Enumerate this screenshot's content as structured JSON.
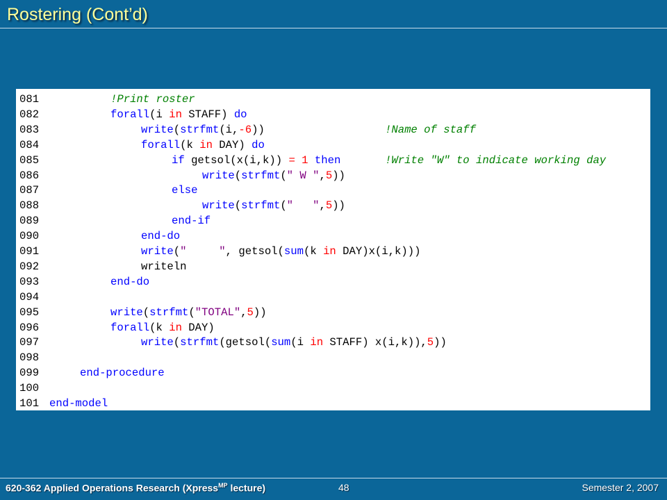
{
  "slide": {
    "title": "Rostering (Cont’d)"
  },
  "code": {
    "lines": [
      {
        "num": "081",
        "indent": 2,
        "tokens": [
          {
            "t": "!Print roster",
            "c": "cmt-inline"
          }
        ],
        "comment": ""
      },
      {
        "num": "082",
        "indent": 2,
        "tokens": [
          {
            "t": "forall",
            "c": "kw"
          },
          {
            "t": "(i "
          },
          {
            "t": "in",
            "c": "op"
          },
          {
            "t": " STAFF) "
          },
          {
            "t": "do",
            "c": "kw"
          }
        ],
        "comment": ""
      },
      {
        "num": "083",
        "indent": 3,
        "tokens": [
          {
            "t": "write",
            "c": "kw"
          },
          {
            "t": "("
          },
          {
            "t": "strfmt",
            "c": "kw"
          },
          {
            "t": "(i,"
          },
          {
            "t": "-6",
            "c": "op"
          },
          {
            "t": "))"
          }
        ],
        "comment": "!Name of staff"
      },
      {
        "num": "084",
        "indent": 3,
        "tokens": [
          {
            "t": "forall",
            "c": "kw"
          },
          {
            "t": "(k "
          },
          {
            "t": "in",
            "c": "op"
          },
          {
            "t": " DAY) "
          },
          {
            "t": "do",
            "c": "kw"
          }
        ],
        "comment": ""
      },
      {
        "num": "085",
        "indent": 4,
        "tokens": [
          {
            "t": "if",
            "c": "kw"
          },
          {
            "t": " getsol(x(i,k)) "
          },
          {
            "t": "= 1",
            "c": "op"
          },
          {
            "t": " "
          },
          {
            "t": "then",
            "c": "kw"
          }
        ],
        "comment": "!Write \"W\" to indicate working day"
      },
      {
        "num": "086",
        "indent": 5,
        "tokens": [
          {
            "t": "write",
            "c": "kw"
          },
          {
            "t": "("
          },
          {
            "t": "strfmt",
            "c": "kw"
          },
          {
            "t": "("
          },
          {
            "t": "\" W \"",
            "c": "str"
          },
          {
            "t": ","
          },
          {
            "t": "5",
            "c": "op"
          },
          {
            "t": "))"
          }
        ],
        "comment": ""
      },
      {
        "num": "087",
        "indent": 4,
        "tokens": [
          {
            "t": "else",
            "c": "kw"
          }
        ],
        "comment": ""
      },
      {
        "num": "088",
        "indent": 5,
        "tokens": [
          {
            "t": "write",
            "c": "kw"
          },
          {
            "t": "("
          },
          {
            "t": "strfmt",
            "c": "kw"
          },
          {
            "t": "("
          },
          {
            "t": "\"   \"",
            "c": "str"
          },
          {
            "t": ","
          },
          {
            "t": "5",
            "c": "op"
          },
          {
            "t": "))"
          }
        ],
        "comment": ""
      },
      {
        "num": "089",
        "indent": 4,
        "tokens": [
          {
            "t": "end-if",
            "c": "kw"
          }
        ],
        "comment": ""
      },
      {
        "num": "090",
        "indent": 3,
        "tokens": [
          {
            "t": "end-do",
            "c": "kw"
          }
        ],
        "comment": ""
      },
      {
        "num": "091",
        "indent": 3,
        "tokens": [
          {
            "t": "write",
            "c": "kw"
          },
          {
            "t": "("
          },
          {
            "t": "\"     \"",
            "c": "str"
          },
          {
            "t": ", getsol("
          },
          {
            "t": "sum",
            "c": "kw"
          },
          {
            "t": "(k "
          },
          {
            "t": "in",
            "c": "op"
          },
          {
            "t": " DAY)x(i,k)))"
          }
        ],
        "comment": ""
      },
      {
        "num": "092",
        "indent": 3,
        "tokens": [
          {
            "t": "writeln"
          }
        ],
        "comment": ""
      },
      {
        "num": "093",
        "indent": 2,
        "tokens": [
          {
            "t": "end-do",
            "c": "kw"
          }
        ],
        "comment": ""
      },
      {
        "num": "094",
        "indent": 0,
        "tokens": [],
        "comment": ""
      },
      {
        "num": "095",
        "indent": 2,
        "tokens": [
          {
            "t": "write",
            "c": "kw"
          },
          {
            "t": "("
          },
          {
            "t": "strfmt",
            "c": "kw"
          },
          {
            "t": "("
          },
          {
            "t": "\"TOTAL\"",
            "c": "str"
          },
          {
            "t": ","
          },
          {
            "t": "5",
            "c": "op"
          },
          {
            "t": "))"
          }
        ],
        "comment": ""
      },
      {
        "num": "096",
        "indent": 2,
        "tokens": [
          {
            "t": "forall",
            "c": "kw"
          },
          {
            "t": "(k "
          },
          {
            "t": "in",
            "c": "op"
          },
          {
            "t": " DAY)"
          }
        ],
        "comment": ""
      },
      {
        "num": "097",
        "indent": 3,
        "tokens": [
          {
            "t": "write",
            "c": "kw"
          },
          {
            "t": "("
          },
          {
            "t": "strfmt",
            "c": "kw"
          },
          {
            "t": "(getsol("
          },
          {
            "t": "sum",
            "c": "kw"
          },
          {
            "t": "(i "
          },
          {
            "t": "in",
            "c": "op"
          },
          {
            "t": " STAFF) x(i,k)),"
          },
          {
            "t": "5",
            "c": "op"
          },
          {
            "t": "))"
          }
        ],
        "comment": ""
      },
      {
        "num": "098",
        "indent": 0,
        "tokens": [],
        "comment": ""
      },
      {
        "num": "099",
        "indent": 1,
        "tokens": [
          {
            "t": "end-procedure",
            "c": "kw"
          }
        ],
        "comment": ""
      },
      {
        "num": "100",
        "indent": 0,
        "tokens": [],
        "comment": ""
      },
      {
        "num": "101",
        "indent": 0,
        "tokens": [
          {
            "t": "end-model",
            "c": "kw"
          }
        ],
        "comment": ""
      }
    ]
  },
  "footer": {
    "course_prefix": "620-362 Applied Operations Research (Xpress",
    "course_sup": "MP",
    "course_suffix": " lecture)",
    "page_number": "48",
    "semester": "Semester 2, 2007"
  }
}
